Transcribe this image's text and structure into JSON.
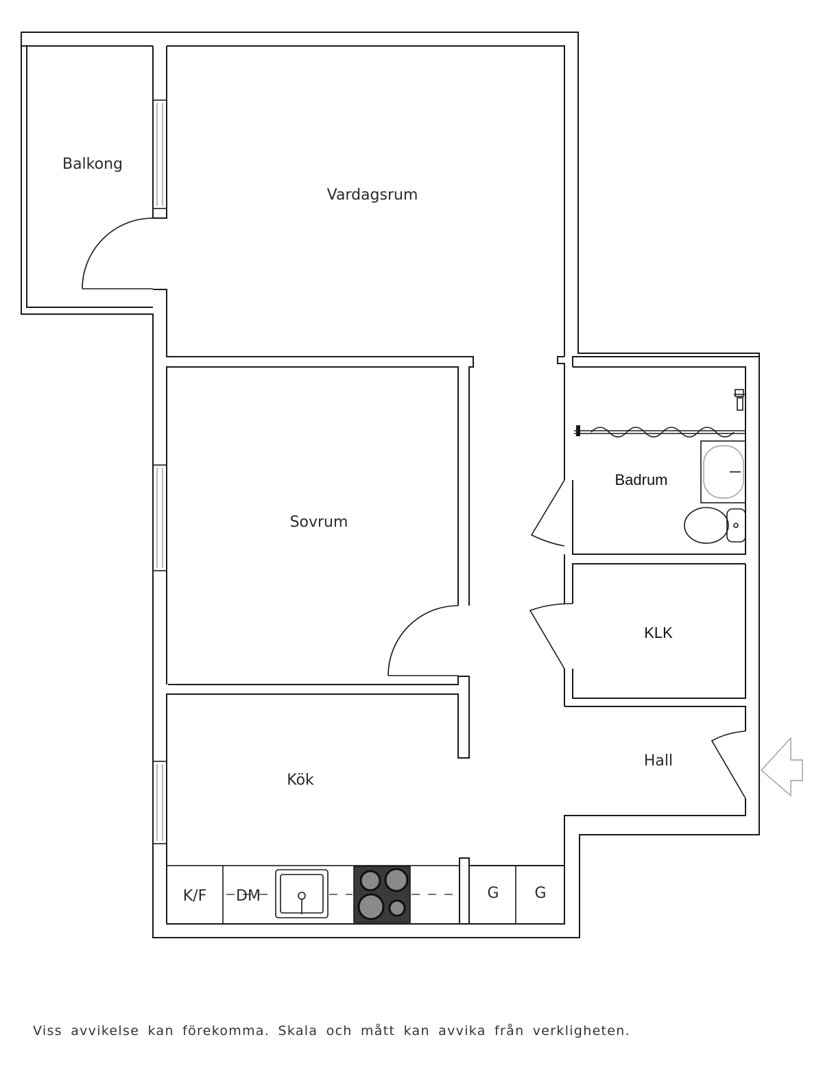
{
  "rooms": {
    "balcony": "Balkong",
    "living_room": "Vardagsrum",
    "bedroom": "Sovrum",
    "bathroom": "Badrum",
    "closet": "KLK",
    "hall": "Hall",
    "kitchen": "Kök"
  },
  "appliances": {
    "fridge_freezer": "K/F",
    "dishwasher": "DM",
    "cabinet_1": "G",
    "cabinet_2": "G"
  },
  "disclaimer": "Viss avvikelse kan förekomma. Skala och mått kan avvika från verkligheten."
}
